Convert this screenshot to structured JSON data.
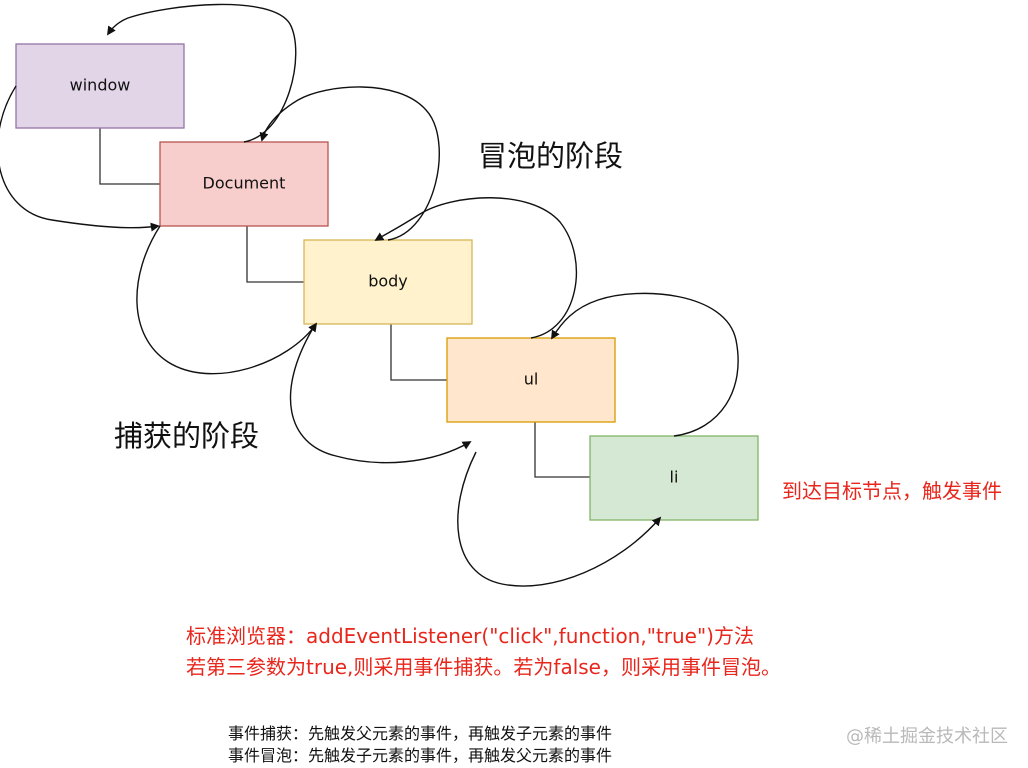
{
  "nodes": [
    {
      "id": "window",
      "label": "window",
      "fill": "#e1d5e7",
      "stroke": "#9673a6"
    },
    {
      "id": "document",
      "label": "Document",
      "fill": "#f8cecc",
      "stroke": "#b85450"
    },
    {
      "id": "body",
      "label": "body",
      "fill": "#fff2cc",
      "stroke": "#d6b656"
    },
    {
      "id": "ul",
      "label": "ul",
      "fill": "#ffe6cc",
      "stroke": "#d79b00"
    },
    {
      "id": "li",
      "label": "li",
      "fill": "#d5e8d4",
      "stroke": "#82b366"
    }
  ],
  "phases": {
    "bubbling": "冒泡的阶段",
    "capturing": "捕获的阶段"
  },
  "target_note": "到达目标节点，触发事件",
  "api_notes": {
    "line1": "标准浏览器：addEventListener(\"click\",function,\"true\")方法",
    "line2": "若第三参数为true,则采用事件捕获。若为false，则采用事件冒泡。"
  },
  "summary": {
    "capture": "事件捕获：先触发父元素的事件，再触发子元素的事件",
    "bubble": "事件冒泡：先触发子元素的事件，再触发父元素的事件"
  },
  "watermark": "@稀土掘金技术社区",
  "colors": {
    "line": "#111111",
    "red_text": "#e8261c",
    "connector": "#333333"
  }
}
